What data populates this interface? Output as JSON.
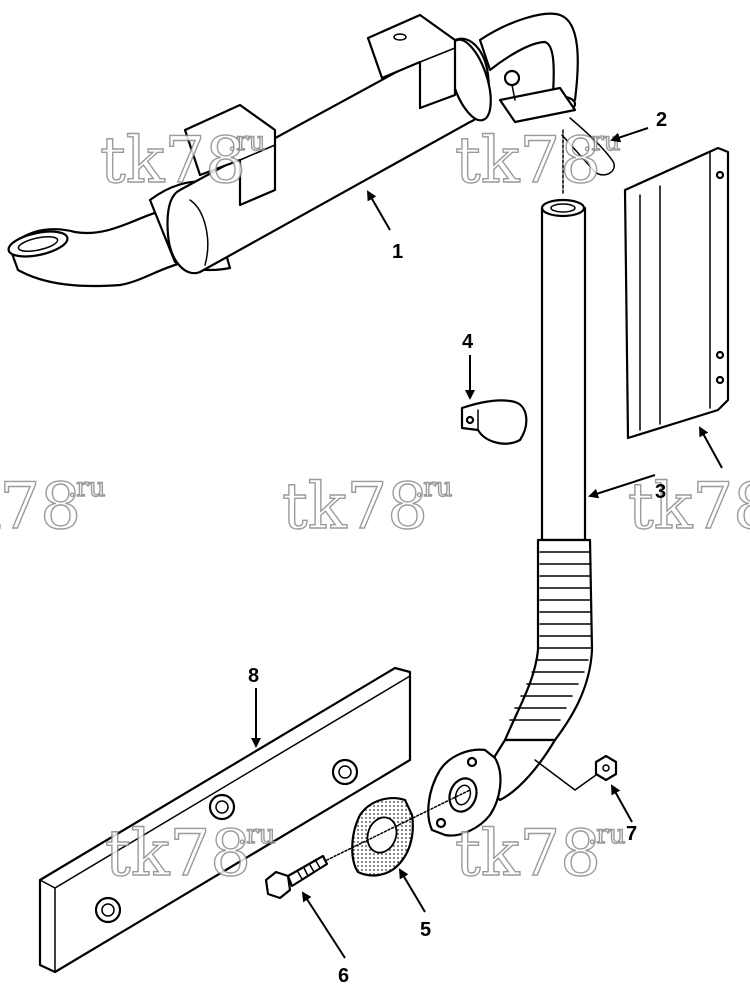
{
  "callouts": {
    "c1": "1",
    "c2": "2",
    "c3": "3",
    "c4": "4",
    "c5": "5",
    "c6": "6",
    "c7": "7",
    "c8": "8"
  },
  "watermark": {
    "main": "tk78",
    "suffix": ".ru"
  },
  "colors": {
    "line": "#000000",
    "watermark_stroke": "#8a8a8a",
    "background": "#ffffff"
  }
}
